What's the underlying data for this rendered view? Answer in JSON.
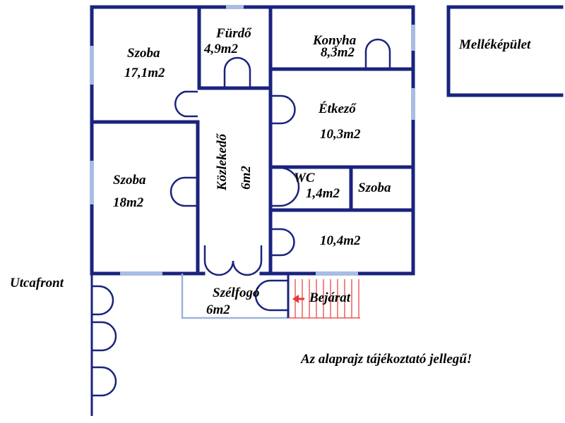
{
  "rooms": {
    "szoba1": {
      "name": "Szoba",
      "area": "17,1m2"
    },
    "furdo": {
      "name": "Fürdő",
      "area": "4,9m2"
    },
    "konyha": {
      "name": "Konyha",
      "area": "8,3m2"
    },
    "etkezo": {
      "name": "Étkező",
      "area": "10,3m2"
    },
    "szoba2": {
      "name": "Szoba",
      "area": "18m2"
    },
    "kozlekedo": {
      "name": "Közlekedő",
      "area": "6m2"
    },
    "wc": {
      "name": "WC",
      "area": "1,4m2"
    },
    "szoba3": {
      "name": "Szoba"
    },
    "unnamed": {
      "area": "10,4m2"
    },
    "szelfogo": {
      "name": "Szélfogó",
      "area": "6m2"
    }
  },
  "outbuilding": "Melléképület",
  "street": "Utcafront",
  "entrance": "Bejárat",
  "note": "Az alaprajz tájékoztató jellegű!",
  "colors": {
    "wall": "#1a237e",
    "window": "#a7bde3",
    "stairs": "#e53935",
    "vestibule": "#9fb3d9"
  }
}
